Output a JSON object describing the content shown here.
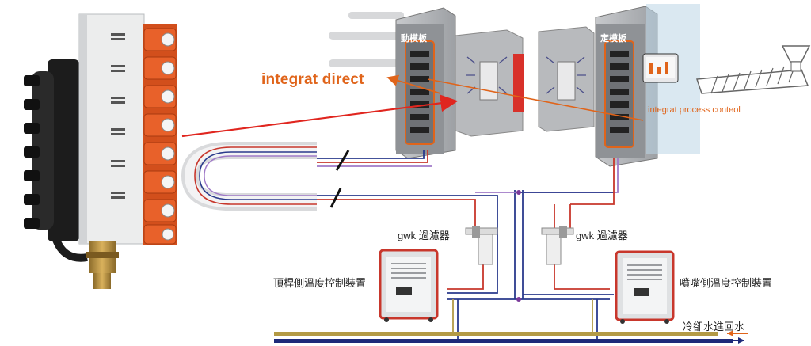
{
  "labels": {
    "integrat_direct": "integrat direct",
    "integrat_process_control": "integrat process conteol",
    "moving_platen": "動模板",
    "fixed_platen": "定模板",
    "filter_left": "gwk 過濾器",
    "filter_right": "gwk 過濾器",
    "ejector_side_unit": "頂桿側溫度控制裝置",
    "nozzle_side_unit": "噴嘴側溫度控制裝置",
    "cooling_water": "冷卻水進回水"
  },
  "colors": {
    "accent_orange": "#e0641a",
    "arrow_red": "#e0261f",
    "supply_red": "#c8372c",
    "return_blue": "#2a3a8c",
    "manifold_orange": "#e8612a",
    "water_gold": "#b39a45",
    "water_navy": "#1e2a7a",
    "mould_grey": "#8a8d90"
  }
}
